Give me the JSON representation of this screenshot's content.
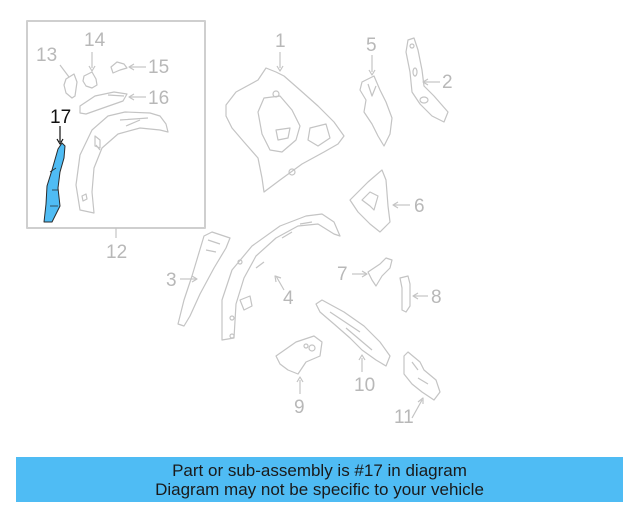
{
  "diagram": {
    "highlighted_part": "17",
    "colors": {
      "highlight_fill": "#4fbcf4",
      "line": "#c4c4c4",
      "active_label": "#111111",
      "inactive_label": "#b8b8b8",
      "banner_bg": "#4fbcf4"
    },
    "callouts": [
      {
        "id": "1",
        "label": "1"
      },
      {
        "id": "2",
        "label": "2"
      },
      {
        "id": "3",
        "label": "3"
      },
      {
        "id": "4",
        "label": "4"
      },
      {
        "id": "5",
        "label": "5"
      },
      {
        "id": "6",
        "label": "6"
      },
      {
        "id": "7",
        "label": "7"
      },
      {
        "id": "8",
        "label": "8"
      },
      {
        "id": "9",
        "label": "9"
      },
      {
        "id": "10",
        "label": "10"
      },
      {
        "id": "11",
        "label": "11"
      },
      {
        "id": "12",
        "label": "12"
      },
      {
        "id": "13",
        "label": "13"
      },
      {
        "id": "14",
        "label": "14"
      },
      {
        "id": "15",
        "label": "15"
      },
      {
        "id": "16",
        "label": "16"
      },
      {
        "id": "17",
        "label": "17"
      }
    ]
  },
  "banner": {
    "line1": "Part or sub-assembly is #17 in diagram",
    "line2": "Diagram may not be specific to your vehicle"
  }
}
